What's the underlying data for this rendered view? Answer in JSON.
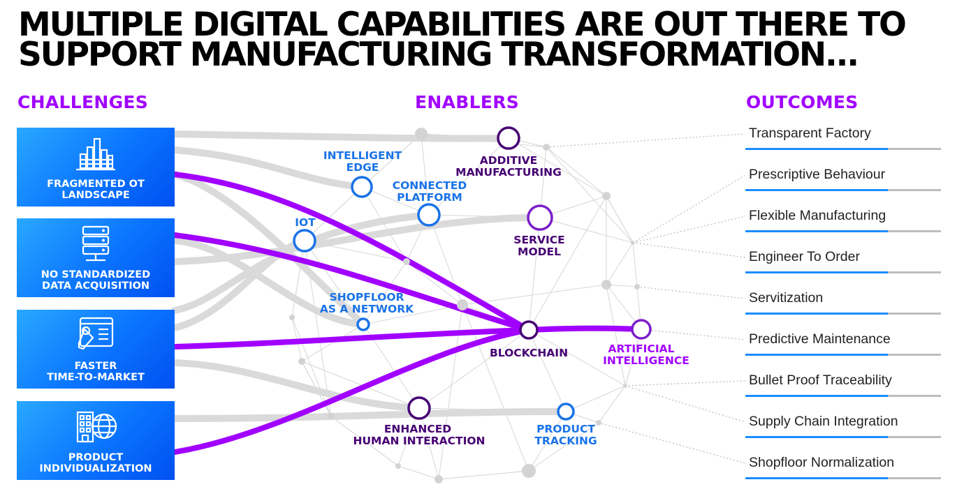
{
  "headline": {
    "line1": "MULTIPLE DIGITAL CAPABILITIES ARE OUT THERE TO",
    "line2": "SUPPORT MANUFACTURING TRANSFORMATION..."
  },
  "columns": {
    "challenges": "CHALLENGES",
    "enablers": "ENABLERS",
    "outcomes": "OUTCOMES"
  },
  "challenges": [
    {
      "line1": "FRAGMENTED OT",
      "line2": "LANDSCAPE",
      "icon": "bar-chart-icon"
    },
    {
      "line1": "NO STANDARDIZED",
      "line2": "DATA ACQUISITION",
      "icon": "server-icon"
    },
    {
      "line1": "FASTER",
      "line2": "TIME-TO-MARKET",
      "icon": "wrench-screen-icon"
    },
    {
      "line1": "PRODUCT",
      "line2": "INDIVIDUALIZATION",
      "icon": "building-globe-icon"
    }
  ],
  "enablers": {
    "intelligent_edge": {
      "line1": "INTELLIGENT",
      "line2": "EDGE"
    },
    "connected_platform": {
      "line1": "CONNECTED",
      "line2": "PLATFORM"
    },
    "additive_manufacturing": {
      "line1": "ADDITIVE",
      "line2": "MANUFACTURING"
    },
    "iot": {
      "line1": "IOT"
    },
    "service_model": {
      "line1": "SERVICE",
      "line2": "MODEL"
    },
    "shopfloor_network": {
      "line1": "SHOPFLOOR",
      "line2": "AS A NETWORK"
    },
    "blockchain": {
      "line1": "BLOCKCHAIN"
    },
    "artificial_intelligence": {
      "line1": "ARTIFICIAL",
      "line2": "INTELLIGENCE"
    },
    "enhanced_human_interaction": {
      "line1": "ENHANCED",
      "line2": "HUMAN INTERACTION"
    },
    "product_tracking": {
      "line1": "PRODUCT",
      "line2": "TRACKING"
    }
  },
  "outcomes": [
    "Transparent Factory",
    "Prescriptive Behaviour",
    "Flexible Manufacturing",
    "Engineer To Order",
    "Servitization",
    "Predictive Maintenance",
    "Bullet Proof Traceability",
    "Supply Chain Integration",
    "Shopfloor Normalization"
  ],
  "colors": {
    "accent_purple": "#a100ff",
    "dark_purple": "#460073",
    "enabler_blue": "#1a73e8",
    "card_blue": "#0a74ff",
    "outcome_blue": "#1a8cff",
    "network_gray": "#cfcfcf"
  }
}
